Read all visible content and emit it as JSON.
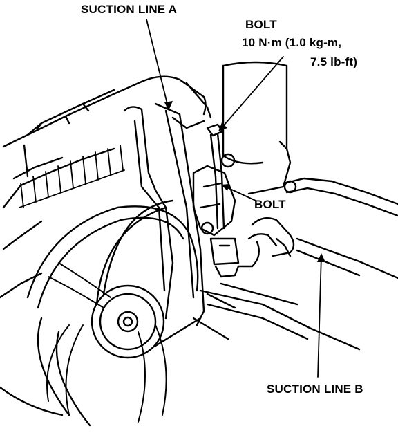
{
  "labels": {
    "suction_line_a": "SUCTION LINE A",
    "bolt_title": "BOLT",
    "bolt_spec_line1": "10 N·m (1.0 kg-m,",
    "bolt_spec_line2": "7.5 lb-ft)",
    "bolt_small": "BOLT",
    "suction_line_b": "SUCTION LINE B"
  },
  "colors": {
    "ink": "#000000",
    "paper": "#ffffff"
  }
}
